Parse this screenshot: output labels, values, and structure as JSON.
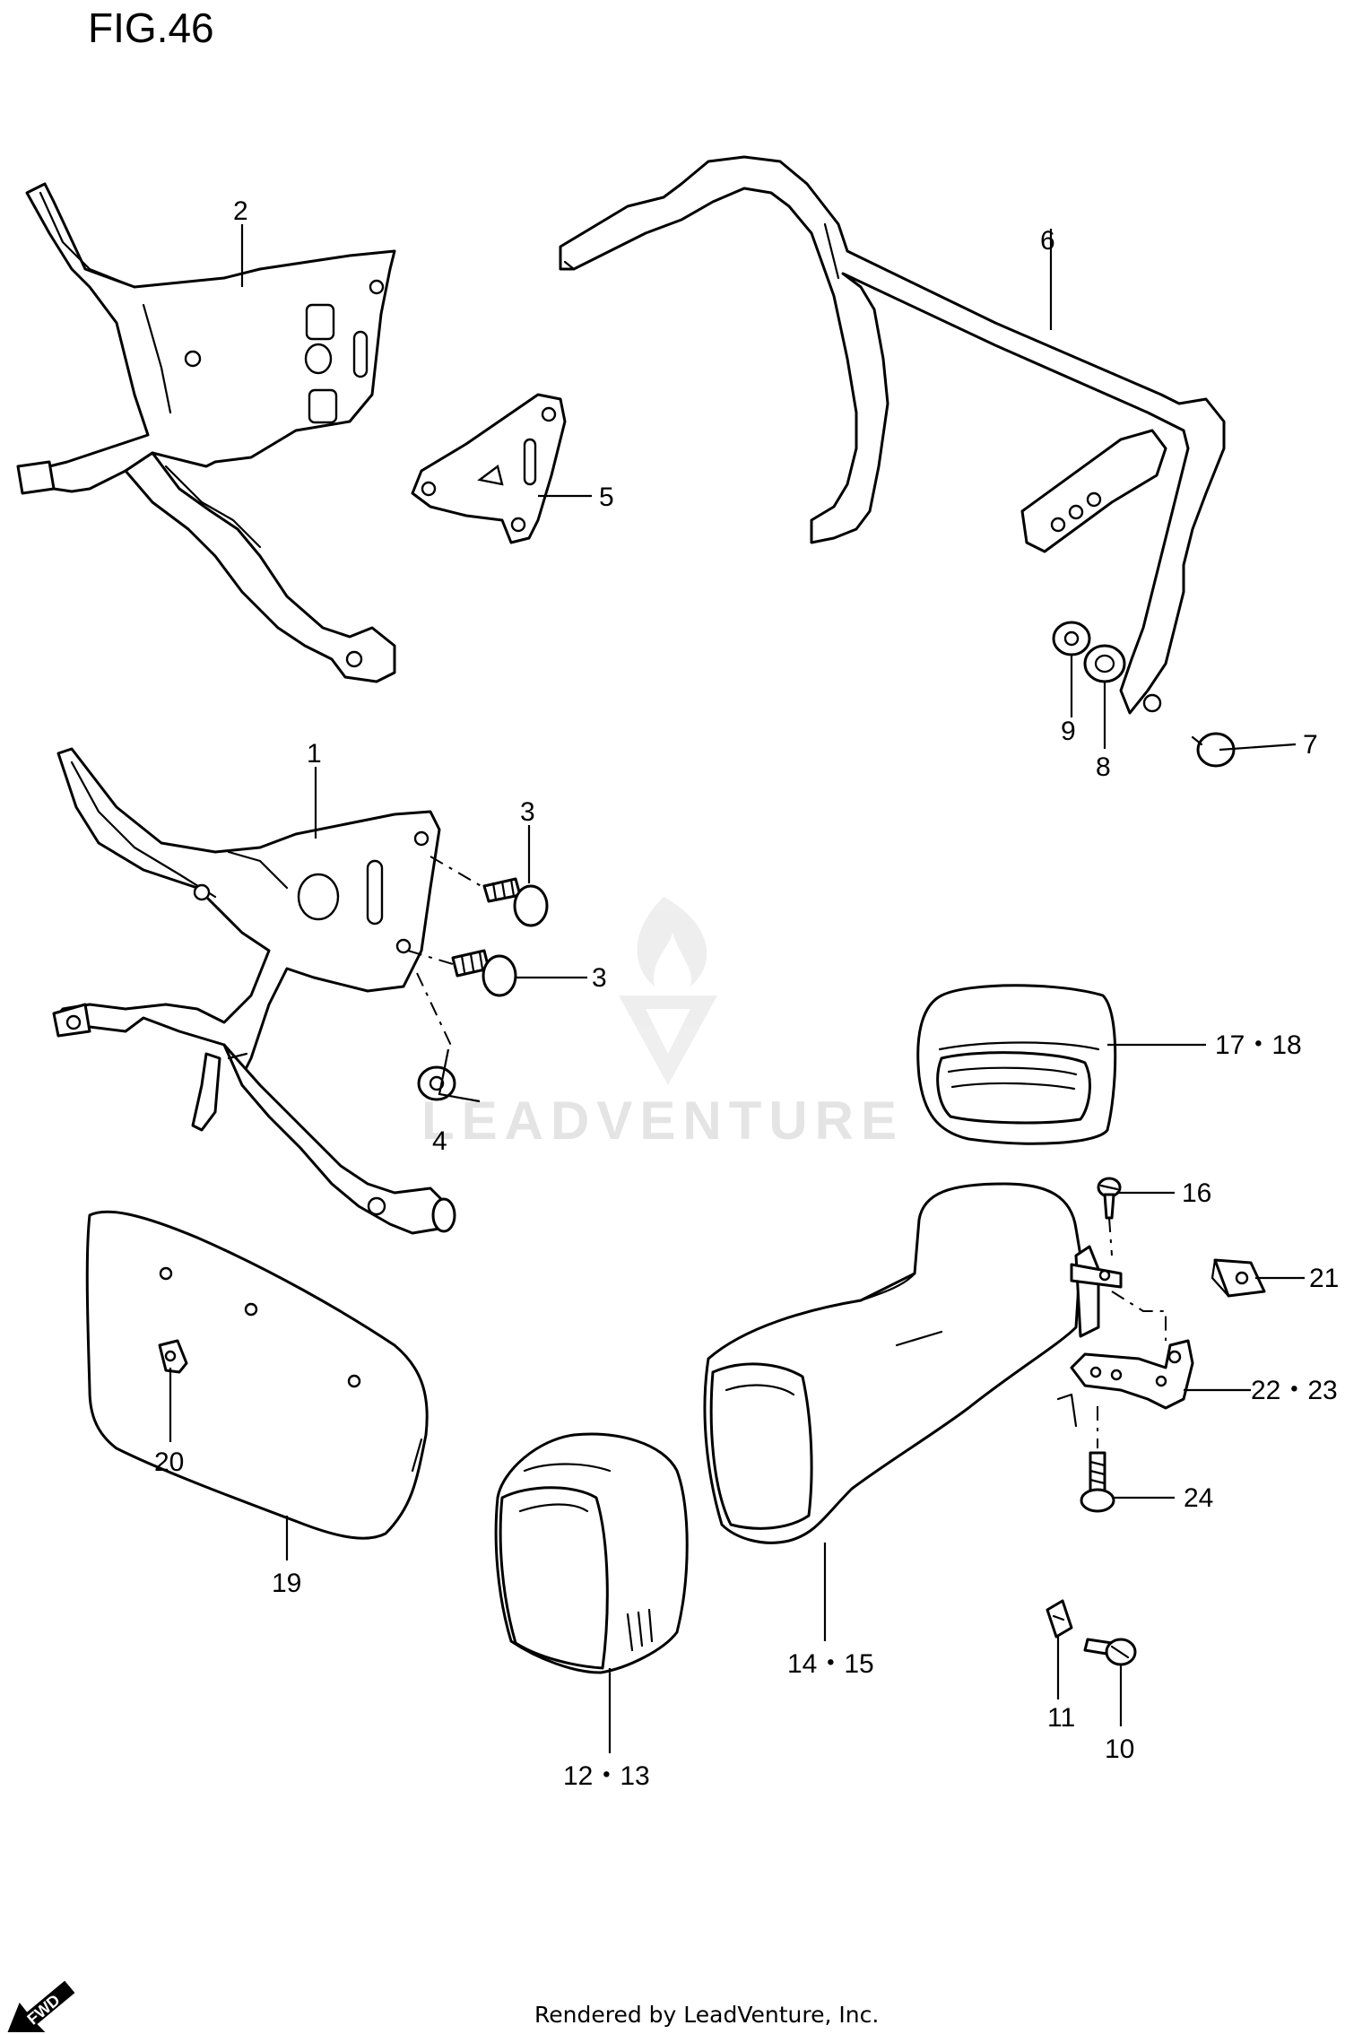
{
  "figure_title": "FIG.46",
  "footer_text": "Rendered by LeadVenture, Inc.",
  "watermark_text": "LEADVENTURE",
  "fwd_label": "FWD",
  "callouts": {
    "c1": "1",
    "c2": "2",
    "c3a": "3",
    "c3b": "3",
    "c4": "4",
    "c5": "5",
    "c6": "6",
    "c7": "7",
    "c8": "8",
    "c9": "9",
    "c10": "10",
    "c11": "11",
    "c12_13": "12・13",
    "c14_15": "14・15",
    "c16": "16",
    "c17_18": "17・18",
    "c19": "19",
    "c20": "20",
    "c21": "21",
    "c22_23": "22・23",
    "c24": "24"
  }
}
